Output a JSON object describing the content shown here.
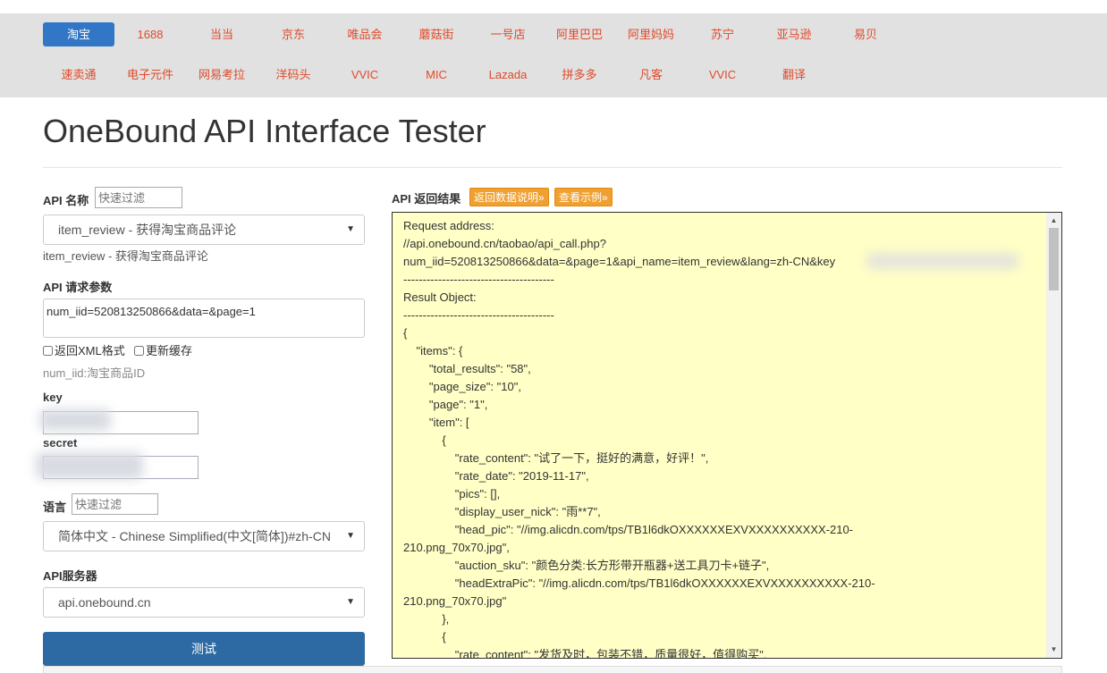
{
  "nav": {
    "row1": [
      "淘宝",
      "1688",
      "当当",
      "京东",
      "唯品会",
      "蘑菇街",
      "一号店",
      "阿里巴巴",
      "阿里妈妈",
      "苏宁",
      "亚马逊",
      "易贝"
    ],
    "row2": [
      "速卖通",
      "电子元件",
      "网易考拉",
      "洋码头",
      "VVIC",
      "MIC",
      "Lazada",
      "拼多多",
      "凡客",
      "VVIC",
      "翻译"
    ],
    "active_color": "#3277c6",
    "link_color": "#e04a2a"
  },
  "title": "OneBound API Interface Tester",
  "form": {
    "api_name_label": "API 名称",
    "filter_placeholder": "快速过滤",
    "api_selected": "item_review - 获得淘宝商品评论",
    "api_desc": "item_review - 获得淘宝商品评论",
    "params_label": "API 请求参数",
    "params_value": "num_iid=520813250866&data=&page=1",
    "xml_label": "返回XML格式",
    "cache_label": "更新缓存",
    "param_hint": "num_iid:淘宝商品ID",
    "key_label": "key",
    "secret_label": "secret",
    "lang_label": "语言",
    "lang_selected": "简体中文 - Chinese Simplified(中文[简体])#zh-CN",
    "server_label": "API服务器",
    "server_selected": "api.onebound.cn",
    "run_label": "测试"
  },
  "result": {
    "label": "API 返回结果",
    "btn_doc": "返回数据说明»",
    "btn_example": "查看示例»",
    "lines": [
      "Request address:",
      "//api.onebound.cn/taobao/api_call.php?",
      "num_iid=520813250866&data=&page=1&api_name=item_review&lang=zh-CN&key",
      "---------------------------------------",
      "Result Object:",
      "---------------------------------------",
      "{",
      "\t\"items\": {",
      "\t\t\"total_results\": \"58\",",
      "\t\t\"page_size\": \"10\",",
      "\t\t\"page\": \"1\",",
      "\t\t\"item\": [",
      "\t\t\t{",
      "\t\t\t\t\"rate_content\": \"试了一下，挺好的满意，好评！\",",
      "\t\t\t\t\"rate_date\": \"2019-11-17\",",
      "\t\t\t\t\"pics\": [],",
      "\t\t\t\t\"display_user_nick\": \"雨**7\",",
      "\t\t\t\t\"head_pic\": \"//img.alicdn.com/tps/TB1l6dkOXXXXXXEXVXXXXXXXXXX-210-",
      "210.png_70x70.jpg\",",
      "\t\t\t\t\"auction_sku\": \"颜色分类:长方形带开瓶器+送工具刀卡+链子\",",
      "\t\t\t\t\"headExtraPic\": \"//img.alicdn.com/tps/TB1l6dkOXXXXXXEXVXXXXXXXXXX-210-",
      "210.png_70x70.jpg\"",
      "\t\t\t},",
      "\t\t\t{",
      "\t\t\t\t\"rate_content\": \"发货及时，包装不错，质量很好，值得购买\","
    ]
  }
}
